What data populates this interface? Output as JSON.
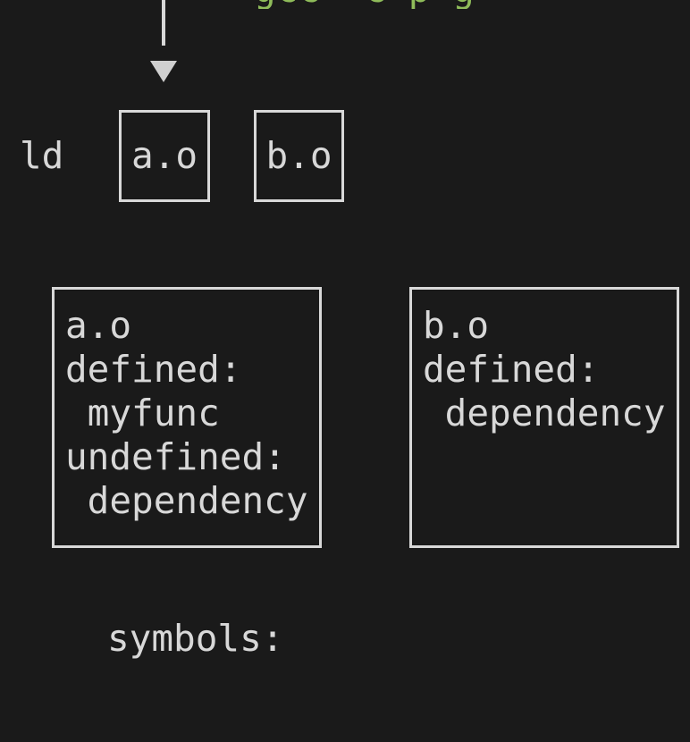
{
  "theme": {
    "background": "#1a1a1a",
    "foreground": "#d8d8d8",
    "accent_green": "#8fbc5a",
    "border": "#d8d8d8"
  },
  "top_clipped_text": {
    "text": "gcc -c p g",
    "color": "#8fbc5a",
    "note": "clipped by top edge"
  },
  "flow": {
    "arrow_name": "down-arrow",
    "stage_label": "ld"
  },
  "object_files": [
    {
      "name": "a.o",
      "label": "a.o"
    },
    {
      "name": "b.o",
      "label": "b.o"
    }
  ],
  "detail_boxes": [
    {
      "name": "a.o",
      "lines": [
        "a.o",
        "defined:",
        " myfunc",
        "undefined:",
        " dependency"
      ]
    },
    {
      "name": "b.o",
      "lines": [
        "b.o",
        "defined:",
        " dependency",
        "",
        ""
      ]
    }
  ],
  "caption": "symbols:"
}
